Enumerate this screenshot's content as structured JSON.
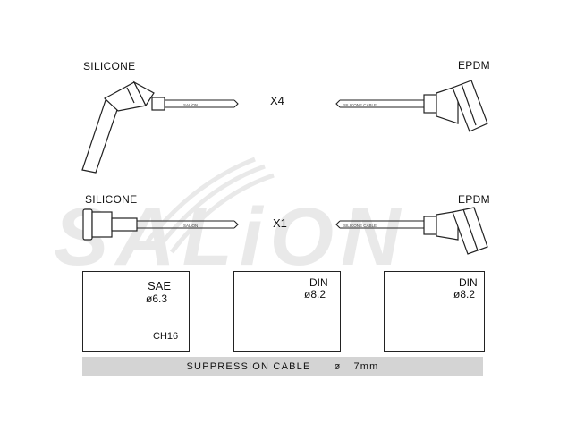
{
  "cable_sets": [
    {
      "left_material": "SILICONE",
      "quantity": "X4",
      "right_material": "EPDM",
      "left_print": "SALiON",
      "right_print": "SILICONE CABLE"
    },
    {
      "left_material": "SILICONE",
      "quantity": "X1",
      "right_material": "EPDM",
      "left_print": "SALiON",
      "right_print": "SILICONE CABLE"
    }
  ],
  "terminals": [
    {
      "standard": "SAE",
      "diameter": "ø6.3",
      "code": "CH16"
    },
    {
      "standard": "DIN",
      "diameter": "ø8.2"
    },
    {
      "standard": "DIN",
      "diameter": "ø8.2"
    }
  ],
  "suppression": {
    "label": "SUPPRESSION CABLE",
    "symbol": "ø",
    "value": "7mm"
  },
  "watermark": "SALiON",
  "colors": {
    "line": "#222222",
    "band": "#d4d4d4",
    "watermark": "#e2e2e2"
  }
}
